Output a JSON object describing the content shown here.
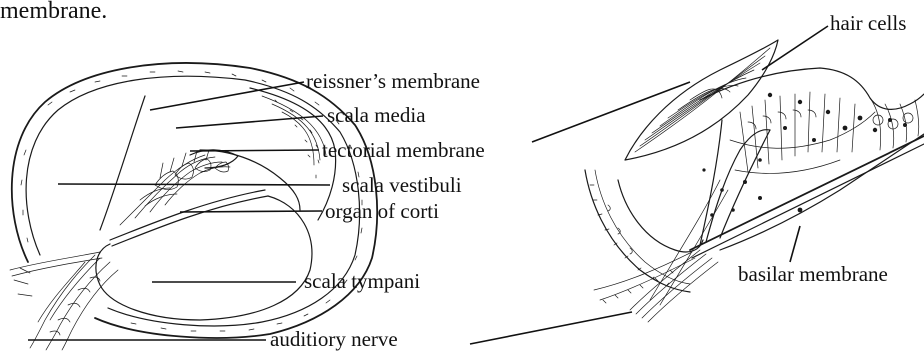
{
  "caption_fragment": "membrane.",
  "left_figure": {
    "labels": {
      "reissners_membrane": "reissner’s membrane",
      "scala_media": "scala media",
      "tectorial_membrane": "tectorial membrane",
      "scala_vestibuli": "scala vestibuli",
      "organ_of_corti": "organ of corti",
      "scala_tympani": "scala tympani"
    }
  },
  "shared_labels": {
    "auditory_nerve": "auditiory nerve"
  },
  "right_figure": {
    "labels": {
      "hair_cells": "hair cells",
      "basilar_membrane": "basilar membrane"
    }
  }
}
